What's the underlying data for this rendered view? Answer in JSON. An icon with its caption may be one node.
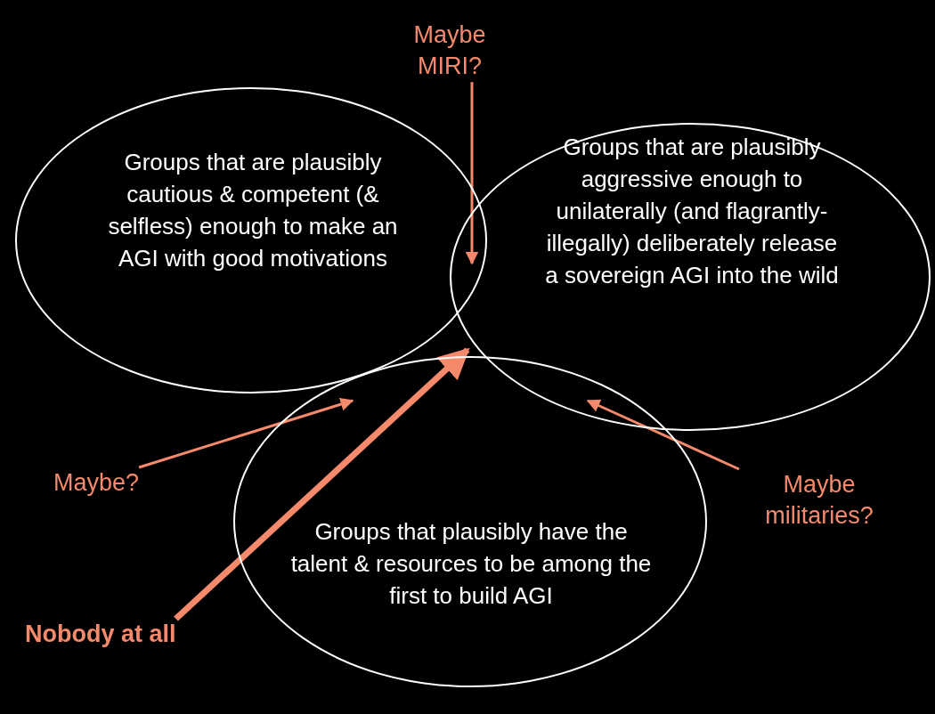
{
  "diagram": {
    "nodes": [
      {
        "text": [
          "Groups that are plausibly cautious & competent (& selfless) enough to make an AGI with good motivations"
        ]
      },
      {
        "text": [
          "Groups that are plausibly aggressive enough to unilaterally (and flagrantly-illegally) deliberately release a sovereign AGI into the wild"
        ]
      },
      {
        "text": [
          "Groups that plausibly have the talent & resources to be among the first to build AGI"
        ]
      },
      {
        "text": [
          "Maybe MIRI?"
        ]
      },
      {
        "text": [
          "Maybe?"
        ]
      },
      {
        "text": [
          "Nobody at all"
        ]
      },
      {
        "text": [
          "Maybe militaries?"
        ]
      }
    ],
    "edges": [
      {
        "from": 3,
        "to": 0,
        "arrow": "to"
      },
      {
        "from": 4,
        "to": 0,
        "arrow": "to"
      },
      {
        "from": 5,
        "to": 0,
        "arrow": "to",
        "style": "thick"
      },
      {
        "from": 6,
        "to": 1,
        "arrow": "to"
      }
    ]
  }
}
